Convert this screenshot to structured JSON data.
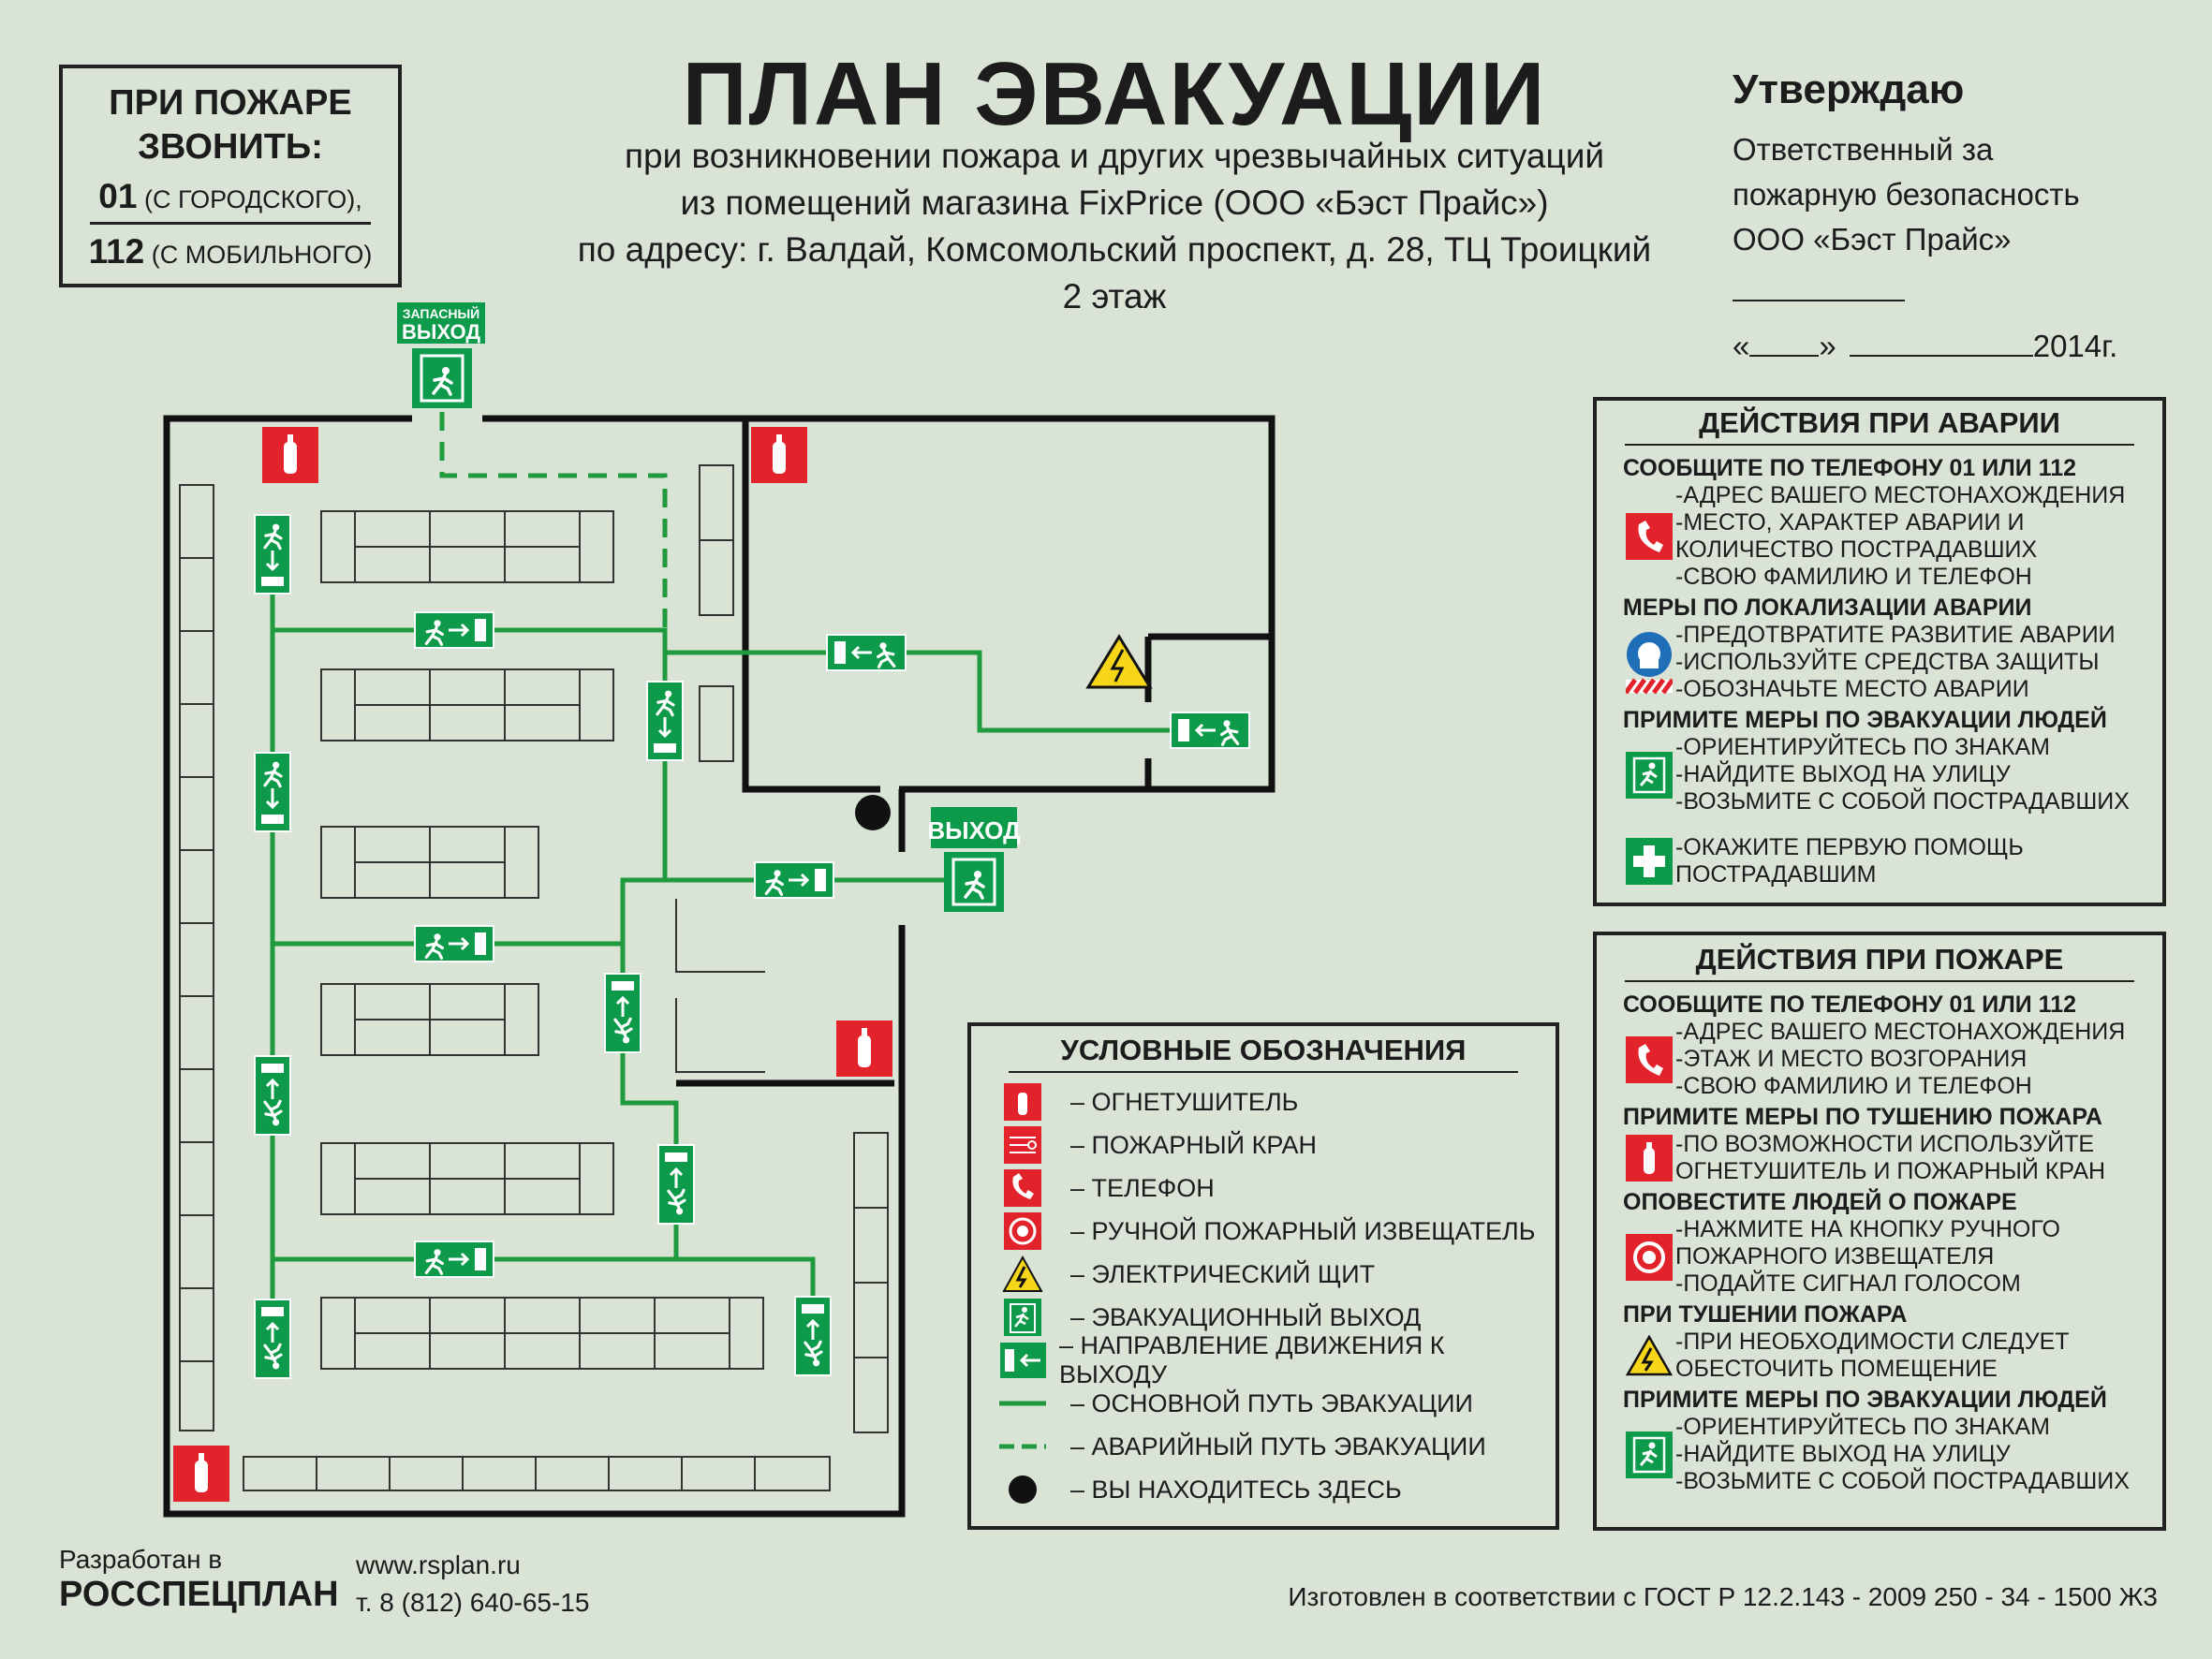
{
  "phone_box": {
    "heading_line1": "ПРИ ПОЖАРЕ",
    "heading_line2": "ЗВОНИТЬ:",
    "num1": "01",
    "num1_note": "(С ГОРОДСКОГО),",
    "num2": "112",
    "num2_note": "(С МОБИЛЬНОГО)"
  },
  "title": "ПЛАН ЭВАКУАЦИИ",
  "subtitle": [
    "при возникновении пожара и других чрезвычайных ситуаций",
    "из помещений магазина FixPrice (ООО «Бэст Прайс»)",
    "по адресу: г. Валдай, Комсомольский проспект, д. 28, ТЦ Троицкий",
    "2 этаж"
  ],
  "approval": {
    "heading": "Утверждаю",
    "lines": [
      "Ответственный за",
      "пожарную безопасность",
      "ООО «Бэст Прайс»"
    ],
    "date_open": "«",
    "date_close": "»",
    "year": "2014г."
  },
  "map": {
    "spare_exit_label_top": "ЗАПАСНЫЙ",
    "spare_exit_label_bottom": "ВЫХОД",
    "exit_label": "ВЫХОД"
  },
  "accident_panel": {
    "title": "ДЕЙСТВИЯ ПРИ АВАРИИ",
    "sections": [
      {
        "heading": "СООБЩИТЕ ПО ТЕЛЕФОНУ  01 ИЛИ 112",
        "icon": "phone-icon",
        "lines": [
          "-АДРЕС ВАШЕГО МЕСТОНАХОЖДЕНИЯ",
          "-МЕСТО, ХАРАКТЕР АВАРИИ И",
          "КОЛИЧЕСТВО ПОСТРАДАВШИХ",
          "-СВОЮ ФАМИЛИЮ И  ТЕЛЕФОН"
        ]
      },
      {
        "heading": "МЕРЫ ПО ЛОКАЛИЗАЦИИ АВАРИИ",
        "icon": "protection-icon",
        "lines": [
          "-ПРЕДОТВРАТИТЕ РАЗВИТИЕ АВАРИИ",
          "-ИСПОЛЬЗУЙТЕ СРЕДСТВА ЗАЩИТЫ",
          "-ОБОЗНАЧЬТЕ МЕСТО АВАРИИ"
        ]
      },
      {
        "heading": "ПРИМИТЕ МЕРЫ ПО ЭВАКУАЦИИ ЛЮДЕЙ",
        "icon": "exit-icon",
        "lines": [
          "-ОРИЕНТИРУЙТЕСЬ ПО ЗНАКАМ",
          "-НАЙДИТЕ ВЫХОД НА УЛИЦУ",
          "-ВОЗЬМИТЕ С СОБОЙ ПОСТРАДАВШИХ"
        ]
      },
      {
        "heading": "",
        "icon": "first-aid-icon",
        "lines": [
          "-ОКАЖИТЕ ПЕРВУЮ ПОМОЩЬ",
          "ПОСТРАДАВШИМ"
        ]
      }
    ]
  },
  "fire_panel": {
    "title": "ДЕЙСТВИЯ ПРИ ПОЖАРЕ",
    "sections": [
      {
        "heading": "СООБЩИТЕ ПО ТЕЛЕФОНУ  01 ИЛИ 112",
        "icon": "phone-icon",
        "lines": [
          "-АДРЕС ВАШЕГО МЕСТОНАХОЖДЕНИЯ",
          "-ЭТАЖ И МЕСТО ВОЗГОРАНИЯ",
          "-СВОЮ ФАМИЛИЮ И  ТЕЛЕФОН"
        ]
      },
      {
        "heading": "ПРИМИТЕ МЕРЫ ПО ТУШЕНИЮ ПОЖАРА",
        "icon": "extinguisher-icon",
        "lines": [
          "-ПО ВОЗМОЖНОСТИ ИСПОЛЬЗУЙТЕ",
          "ОГНЕТУШИТЕЛЬ И ПОЖАРНЫЙ КРАН"
        ]
      },
      {
        "heading": "ОПОВЕСТИТЕ ЛЮДЕЙ О ПОЖАРЕ",
        "icon": "alarm-button-icon",
        "lines": [
          "-НАЖМИТЕ НА КНОПКУ РУЧНОГО",
          " ПОЖАРНОГО ИЗВЕЩАТЕЛЯ",
          "-ПОДАЙТЕ СИГНАЛ ГОЛОСОМ"
        ]
      },
      {
        "heading": "ПРИ ТУШЕНИИ ПОЖАРА",
        "icon": "electric-hazard-icon",
        "lines": [
          "-ПРИ НЕОБХОДИМОСТИ СЛЕДУЕТ",
          "ОБЕСТОЧИТЬ ПОМЕЩЕНИЕ"
        ]
      },
      {
        "heading": "ПРИМИТЕ МЕРЫ ПО ЭВАКУАЦИИ ЛЮДЕЙ",
        "icon": "exit-icon",
        "lines": [
          "-ОРИЕНТИРУЙТЕСЬ ПО ЗНАКАМ",
          "-НАЙДИТЕ ВЫХОД НА УЛИЦУ",
          "-ВОЗЬМИТЕ С СОБОЙ ПОСТРАДАВШИХ"
        ]
      }
    ]
  },
  "legend": {
    "title": "УСЛОВНЫЕ ОБОЗНАЧЕНИЯ",
    "items": [
      {
        "icon": "extinguisher-icon",
        "label": "–  ОГНЕТУШИТЕЛЬ"
      },
      {
        "icon": "fire-hydrant-icon",
        "label": "–  ПОЖАРНЫЙ КРАН"
      },
      {
        "icon": "phone-icon",
        "label": "–  ТЕЛЕФОН"
      },
      {
        "icon": "alarm-button-icon",
        "label": "–  РУЧНОЙ ПОЖАРНЫЙ ИЗВЕЩАТЕЛЬ"
      },
      {
        "icon": "electric-hazard-icon",
        "label": "–  ЭЛЕКТРИЧЕСКИЙ ЩИТ"
      },
      {
        "icon": "exit-icon",
        "label": "–  ЭВАКУАЦИОННЫЙ ВЫХОД"
      },
      {
        "icon": "direction-arrow-icon",
        "label": "– НАПРАВЛЕНИЕ ДВИЖЕНИЯ К ВЫХОДУ"
      },
      {
        "icon": "main-route-icon",
        "label": "– ОСНОВНОЙ ПУТЬ ЭВАКУАЦИИ"
      },
      {
        "icon": "emergency-route-icon",
        "label": "– АВАРИЙНЫЙ ПУТЬ ЭВАКУАЦИИ"
      },
      {
        "icon": "you-are-here-icon",
        "label": "– ВЫ НАХОДИТЕСЬ ЗДЕСЬ"
      }
    ]
  },
  "footer": {
    "developed_by": "Разработан в",
    "company": "РОССПЕЦПЛАН",
    "website": "www.rsplan.ru",
    "phone": "т. 8 (812) 640-65-15",
    "standard": "Изготовлен в соответствии с ГОСТ Р 12.2.143 - 2009 250 - 34 - 1500 Ж3"
  },
  "colors": {
    "background": "#d9e3d6",
    "route_green": "#1f9a3c",
    "sign_green": "#0e9a4b",
    "fire_red": "#e3232c",
    "warning_yellow": "#f7d61a"
  }
}
